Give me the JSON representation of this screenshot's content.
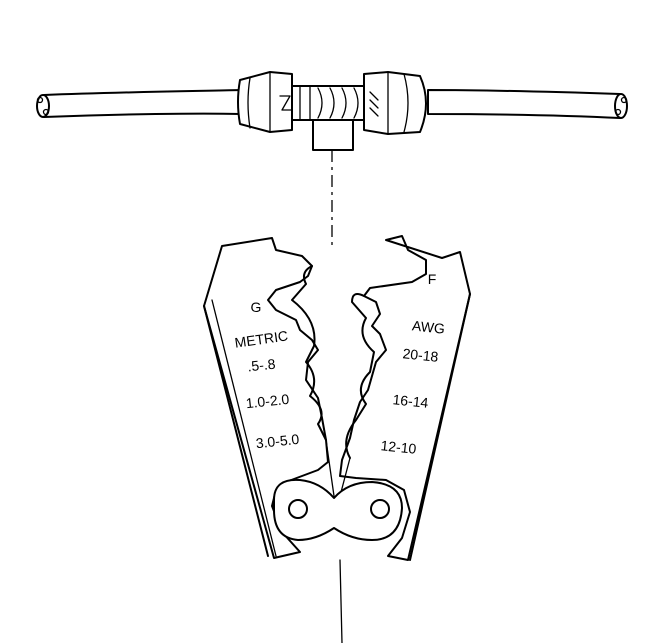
{
  "labels": {
    "die_g": "G",
    "die_f": "F",
    "metric_header": "METRIC",
    "awg_header": "AWG",
    "metric_sizes": [
      ".5-.8",
      "1.0-2.0",
      "3.0-5.0"
    ],
    "awg_sizes": [
      "20-18",
      "16-14",
      "12-10"
    ]
  }
}
